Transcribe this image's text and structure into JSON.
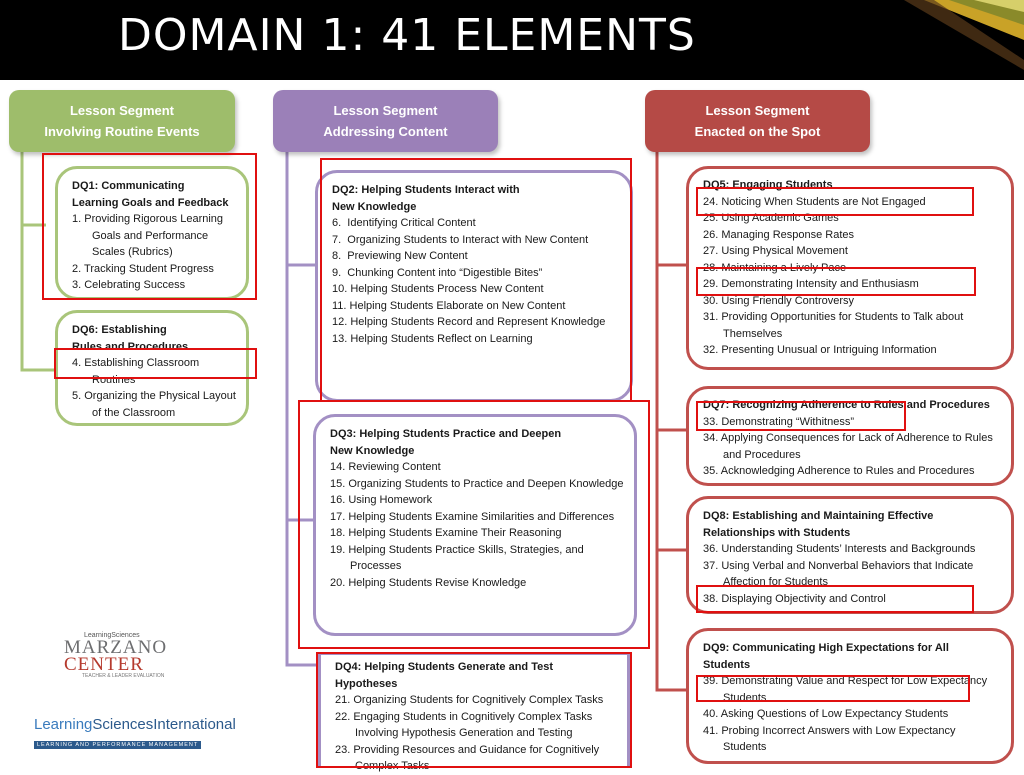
{
  "slide_title": "DOMAIN 1: 41 ELEMENTS",
  "colors": {
    "green": "#9ebd6b",
    "purple": "#9b80b8",
    "red": "#b54a46",
    "highlight": "#e01010"
  },
  "segments": [
    {
      "line1": "Lesson Segment",
      "line2": "Involving Routine Events"
    },
    {
      "line1": "Lesson Segment",
      "line2": "Addressing Content"
    },
    {
      "line1": "Lesson Segment",
      "line2": "Enacted on the Spot"
    }
  ],
  "boxes": {
    "dq1": {
      "title1": "DQ1: Communicating",
      "title2": "Learning Goals and Feedback",
      "items": [
        "1. Providing Rigorous Learning Goals and Performance Scales (Rubrics)",
        "2. Tracking Student Progress",
        "3. Celebrating Success"
      ]
    },
    "dq6": {
      "title1": "DQ6: Establishing",
      "title2": "Rules and Procedures",
      "items": [
        "4. Establishing Classroom Routines",
        "5. Organizing the Physical Layout of the Classroom"
      ]
    },
    "dq2": {
      "title1": "DQ2: Helping Students Interact with",
      "title2": "New Knowledge",
      "items": [
        "6.  Identifying Critical Content",
        "7.  Organizing Students to Interact with New Content",
        "8.  Previewing New Content",
        "9.  Chunking Content into “Digestible Bites”",
        "10. Helping Students Process New Content",
        "11. Helping Students Elaborate on New Content",
        "12. Helping Students Record and Represent Knowledge",
        "13. Helping Students Reflect on Learning"
      ]
    },
    "dq3": {
      "title1": "DQ3: Helping Students Practice and Deepen",
      "title2": "New Knowledge",
      "items": [
        "14. Reviewing Content",
        "15. Organizing Students to Practice and Deepen Knowledge",
        "16. Using Homework",
        "17. Helping Students Examine Similarities and Differences",
        "18. Helping Students Examine Their Reasoning",
        "19. Helping Students Practice Skills, Strategies, and Processes",
        "20. Helping Students Revise Knowledge"
      ]
    },
    "dq4": {
      "title1": "DQ4: Helping Students Generate and Test Hypotheses",
      "title2": "",
      "items": [
        "21. Organizing Students for Cognitively Complex Tasks",
        "22. Engaging Students in Cognitively Complex Tasks Involving Hypothesis Generation and Testing",
        "23. Providing Resources and Guidance for Cognitively Complex Tasks"
      ]
    },
    "dq5": {
      "title1": "DQ5: Engaging Students",
      "title2": "",
      "items": [
        "24. Noticing When Students are Not Engaged",
        "25. Using Academic Games",
        "26. Managing Response Rates",
        "27. Using Physical Movement",
        "28. Maintaining a Lively Pace",
        "29. Demonstrating Intensity and Enthusiasm",
        "30. Using Friendly Controversy",
        "31. Providing Opportunities for Students to Talk about Themselves",
        "32. Presenting Unusual or Intriguing Information"
      ]
    },
    "dq7": {
      "title1": "DQ7: Recognizing Adherence to Rules and Procedures",
      "title2": "",
      "items": [
        "33. Demonstrating “Withitness”",
        "34. Applying Consequences for Lack of Adherence to Rules and Procedures",
        "35. Acknowledging Adherence to Rules and Procedures"
      ]
    },
    "dq8": {
      "title1": "DQ8: Establishing and Maintaining Effective",
      "title2": "Relationships with Students",
      "items": [
        "36. Understanding Students’ Interests and Backgrounds",
        "37. Using Verbal and Nonverbal Behaviors that Indicate Affection for Students",
        "38. Displaying Objectivity and Control"
      ]
    },
    "dq9": {
      "title1": "DQ9: Communicating High Expectations for All",
      "title2": "Students",
      "items": [
        "39. Demonstrating Value and Respect for Low Expectancy Students",
        "40. Asking Questions of Low Expectancy Students",
        "41. Probing Incorrect Answers with Low Expectancy Students"
      ]
    }
  },
  "logos": {
    "marzano_top": "LearningSciences",
    "marzano_1": "MARZANO",
    "marzano_2": "CENTER",
    "marzano_sub": "TEACHER & LEADER EVALUATION",
    "lsi_1": "Learning",
    "lsi_2": "SciencesInternational",
    "lsi_sub": "LEARNING AND PERFORMANCE MANAGEMENT"
  }
}
